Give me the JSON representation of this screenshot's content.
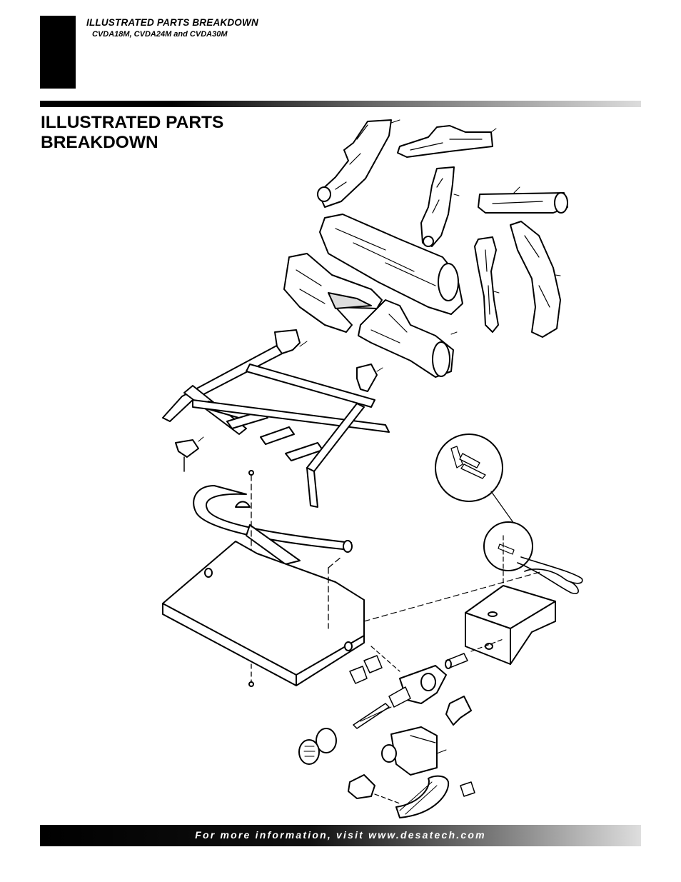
{
  "header": {
    "title": "ILLUSTRATED PARTS BREAKDOWN",
    "models": "CVDA18M, CVDA24M and CVDA30M"
  },
  "page_heading": {
    "line1": "ILLUSTRATED PARTS",
    "line2": "BREAKDOWN"
  },
  "footer": {
    "text": "For more information, visit www.desatech.com"
  },
  "colors": {
    "ink": "#000000",
    "paper": "#ffffff"
  }
}
